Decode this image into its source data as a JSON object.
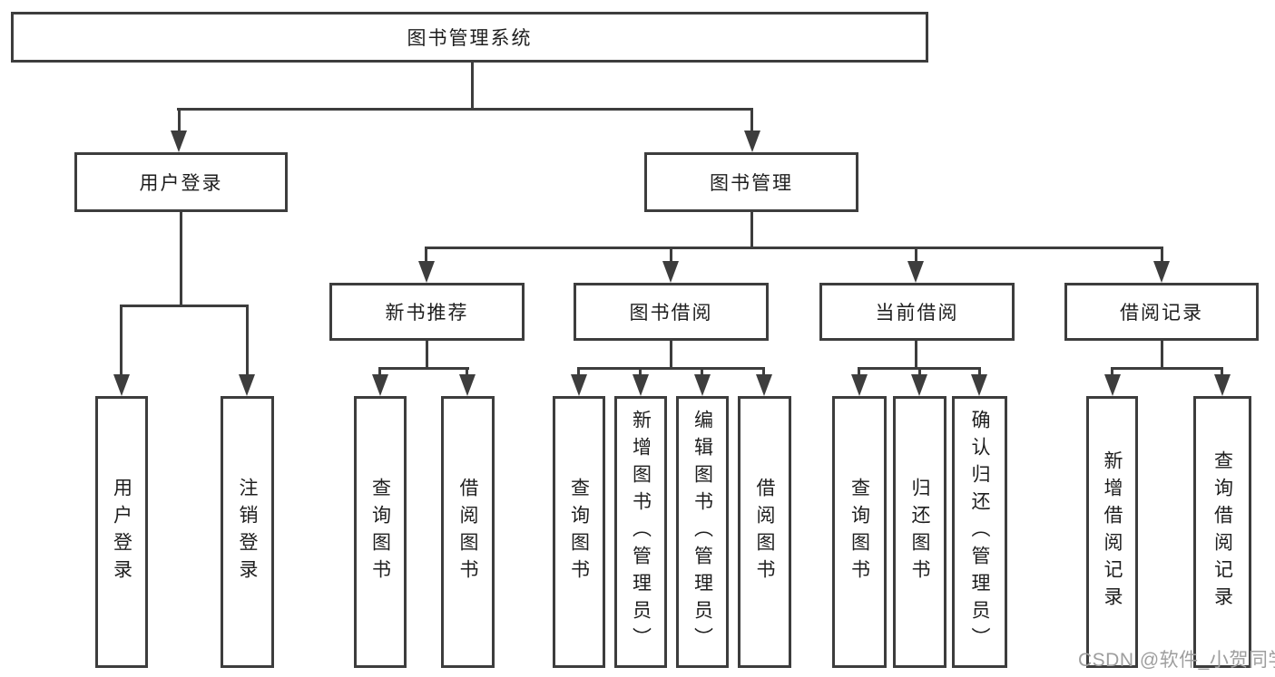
{
  "tree": {
    "root": {
      "label": "图书管理系统"
    },
    "branches": [
      {
        "label": "用户登录",
        "children": [
          "用户登录",
          "注销登录"
        ]
      },
      {
        "label": "图书管理",
        "groups": [
          {
            "label": "新书推荐",
            "children": [
              "查询图书",
              "借阅图书"
            ]
          },
          {
            "label": "图书借阅",
            "children": [
              "查询图书",
              "新增图书（管理员）",
              "编辑图书（管理员）",
              "借阅图书"
            ]
          },
          {
            "label": "当前借阅",
            "children": [
              "查询图书",
              "归还图书",
              "确认归还（管理员）"
            ]
          },
          {
            "label": "借阅记录",
            "children": [
              "新增借阅记录",
              "查询借阅记录"
            ]
          }
        ]
      }
    ]
  },
  "watermark": {
    "text": "CSDN @软件_小贺同学"
  },
  "colors": {
    "line": "#3d3d3d",
    "text": "#1e1e1e",
    "watermark_gray": "#9e9e9e",
    "background": "#ffffff"
  }
}
